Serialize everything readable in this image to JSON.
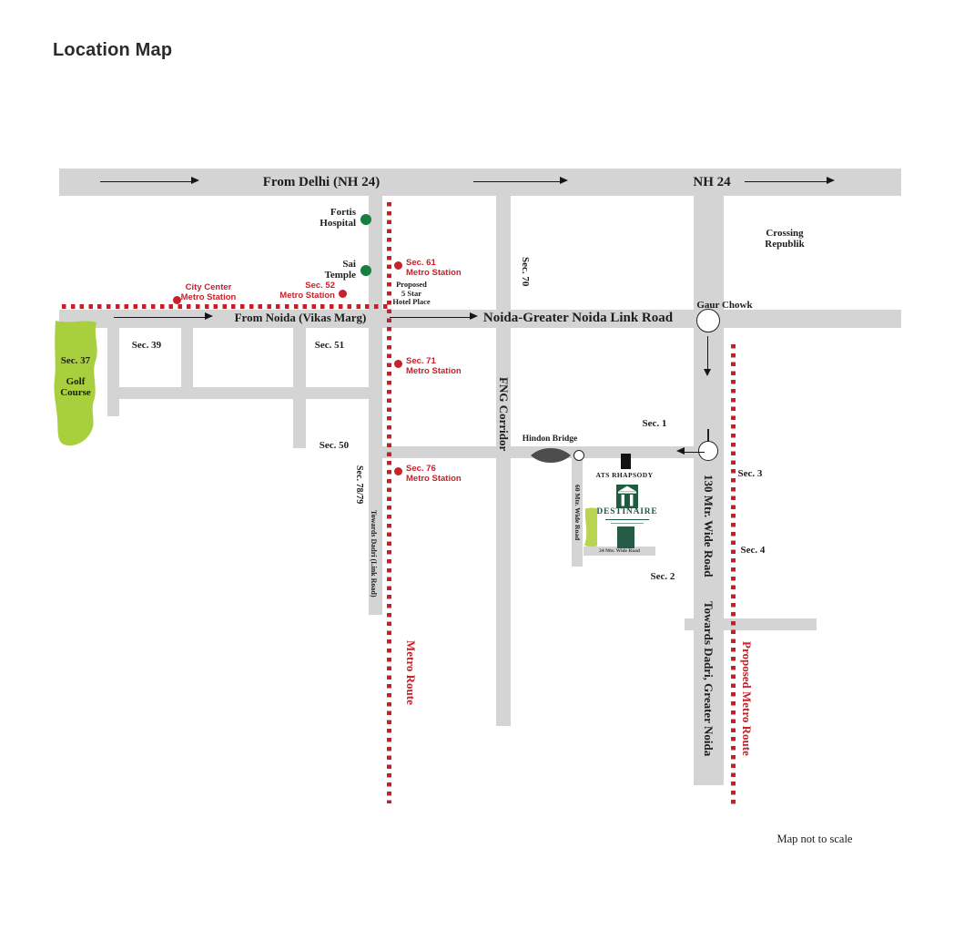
{
  "title": "Location Map",
  "footnote": "Map not to scale",
  "colors": {
    "road_gray": "#d4d4d4",
    "metro_red": "#c7222a",
    "landmark_green": "#177f3f",
    "golf_green": "#a8cf3d",
    "lime": "#b9d44e",
    "logo_green": "#1f5b40",
    "ink": "#1d1d1b"
  },
  "roads": {
    "from_delhi": "From Delhi (NH 24)",
    "nh24": "NH 24",
    "from_noida": "From Noida (Vikas Marg)",
    "link_road": "Noida-Greater Noida Link Road",
    "fng": "FNG Corridor",
    "wide130": "130 Mtr. Wide Road",
    "towards_dadri_gn": "Towards Dadri, Greater Noida",
    "towards_dadri_link": "Towards Dadri (Link Road)",
    "wide60": "60 Mtr. Wide Road",
    "wide24": "24 Mtr. Wide Road"
  },
  "metro": {
    "route": "Metro Route",
    "proposed": "Proposed Metro Route",
    "city_center": {
      "l1": "City Center",
      "l2": "Metro Station"
    },
    "sec52": {
      "l1": "Sec. 52",
      "l2": "Metro Station"
    },
    "sec61": {
      "l1": "Sec. 61",
      "l2": "Metro Station"
    },
    "sec71": {
      "l1": "Sec. 71",
      "l2": "Metro Station"
    },
    "sec76": {
      "l1": "Sec. 76",
      "l2": "Metro Station"
    }
  },
  "places": {
    "fortis": {
      "l1": "Fortis",
      "l2": "Hospital"
    },
    "sai": {
      "l1": "Sai",
      "l2": "Temple"
    },
    "hotel": {
      "l1": "Proposed",
      "l2": "5 Star",
      "l3": "Hotel Place"
    },
    "crossing": {
      "l1": "Crossing",
      "l2": "Republik"
    },
    "gaur_chowk": "Gaur Chowk",
    "hindon": "Hindon Bridge",
    "ats": "ATS RHAPSODY",
    "destinaire": "DESTINAIRE"
  },
  "sectors": {
    "s37": "Sec. 37",
    "golf1": "Golf",
    "golf2": "Course",
    "s39": "Sec. 39",
    "s51": "Sec. 51",
    "s50": "Sec. 50",
    "s70": "Sec. 70",
    "s7879": "Sec. 78/79",
    "s1": "Sec. 1",
    "s2": "Sec. 2",
    "s3": "Sec. 3",
    "s4": "Sec. 4"
  }
}
